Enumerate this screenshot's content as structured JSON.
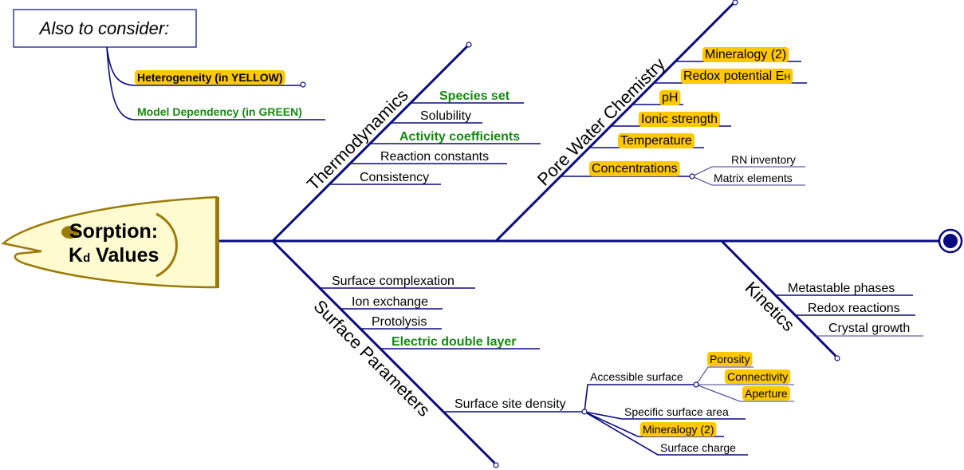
{
  "legend": {
    "title": "Also to consider:",
    "items": [
      "Heterogeneity (in YELLOW)",
      "Model Dependency (in GREEN)"
    ]
  },
  "head": {
    "line1": "Sorption:",
    "line2_main": "K",
    "line2_sub": "d",
    "line2_rest": " Values"
  },
  "thermodynamics": {
    "label": "Thermodynamics",
    "items": [
      "Species set",
      "Solubility",
      "Activity coefficients",
      "Reaction constants",
      "Consistency"
    ]
  },
  "pore_water": {
    "label": "Pore Water Chemistry",
    "items": [
      "Mineralogy (2)",
      "Redox potential E",
      "pH",
      "Ionic strength",
      "Temperature",
      "Concentrations"
    ],
    "redox_sub": "H",
    "concentrations_sub": [
      "RN inventory",
      "Matrix elements"
    ]
  },
  "surface": {
    "label": "Surface Parameters",
    "items": [
      "Surface complexation",
      "Ion exchange",
      "Protolysis",
      "Electric double layer",
      "Surface site density"
    ],
    "site_density_sub": [
      "Accessible surface",
      "Specific surface area",
      "Mineralogy (2)",
      "Surface charge"
    ],
    "accessible_sub": [
      "Porosity",
      "Connectivity",
      "Aperture"
    ]
  },
  "kinetics": {
    "label": "Kinetics",
    "items": [
      "Metastable phases",
      "Redox reactions",
      "Crystal growth"
    ]
  },
  "colors": {
    "line": "#0a0a80",
    "highlight": "#ffc800",
    "model": "#138a13",
    "head_fill": "#fffbd0",
    "head_stroke": "#9b7b0a"
  }
}
